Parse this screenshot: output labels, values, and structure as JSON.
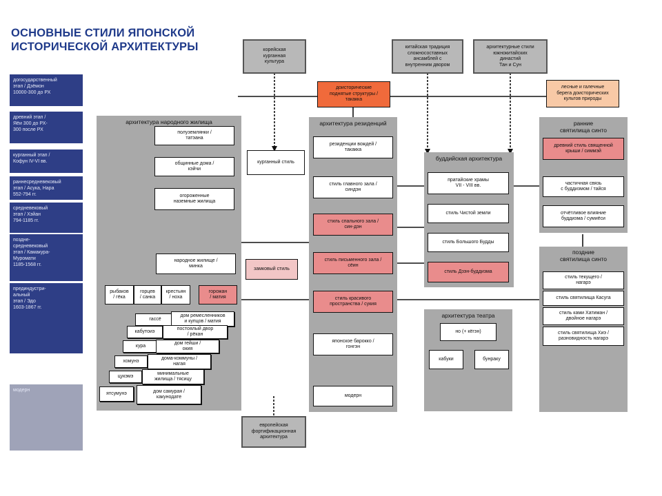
{
  "title": {
    "line1": "ОСНОВНЫЕ СТИЛИ ЯПОНСКОЙ",
    "line2": "ИСТОРИЧЕСКОЙ АРХИТЕКТУРЫ"
  },
  "eras": [
    "догосударственный\nэтап / Дзёмон\n10000-300 до РХ",
    "древний этап /\nЯёи 300 до РХ-\n300 после РХ",
    "курганный этап /\nКофун IV-VI вв.",
    "раннесредневековый\nэтап / Асука, Нара\n552-794 гг.",
    "средневековый\nэтап / Хэйан\n794-1185 гг.",
    "поздне-\nсредневековый\nэтап / Камакура-\nМуромати\n1185-1568 гг.",
    "прединдустри-\nальный\nэтап / Эдо\n1603-1867 гг.",
    "модерн"
  ],
  "sources": {
    "korean": "корейская\nкурганная\nкультура",
    "chinese_tradition": "китайская традиция\nсложносоставных\nансамблей с\nвнутренним двором",
    "south_chinese": "архитектурные стили\nюжнокитайских\nдинастий\nТан и Сун",
    "prehistoric": "доисторические\nподнятые структуры /\nтакакка",
    "sacred": "лесные и галечные\nберега доисторических\nкультов природы",
    "european": "европейская\nфортификационная\nархитектура"
  },
  "folk": {
    "title": "архитектура народного жилища",
    "items": {
      "tateana": "полуземлянки /\nтатэана",
      "communal": "общинные дома /\nкэйчи",
      "fenced": "огороженные\nназемные жилища",
      "minka": "народное жилище /\nминка",
      "fishermen": "рыбаков\n/ гёка",
      "village": "горцев\n/ санка",
      "peasant": "крестьян\n/ ноха",
      "townhouse": "горожан\n/ матия",
      "gassho": "гассё",
      "kabutozukuri": "кабутоиэ",
      "kura": "кура",
      "honmune": "хомунэ",
      "tsukeme": "цукэмэ",
      "atsumune": "ятсумунэ",
      "craftsmen": "дом ремесленников\nи купцов / матия",
      "ryokan": "постоялый двор\n/ рёкан",
      "okiya": "дом гейши /\nокия",
      "nagaya": "дома-коммуны /\nнагая",
      "teashop": "минимальные\nжилища / тясицу",
      "samurai": "дом самурая /\nкакунодате"
    }
  },
  "kofun_style": "курганный стиль",
  "castle_style": "замковый стиль",
  "residence": {
    "title": "архитектура резиденций",
    "items": [
      "резиденции вождей /\nтакакка",
      "стиль главного зала /\nсиндэн",
      "стиль спального зала /\nсин-дэн",
      "стиль письменного зала /\nсёин",
      "стиль красивого\nпространства / сукия",
      "японское барокко /\nгонгэн",
      "модерн"
    ]
  },
  "buddhist": {
    "title": "буддийская архитектура",
    "items": [
      "пратайские храмы\nVII - VIII вв.",
      "стиль Чистой земли",
      "стиль Большого Будды",
      "стиль Дзэн-буддизма"
    ]
  },
  "theatre": {
    "title": "архитектура театра",
    "items": [
      "но (+ кёгэн)",
      "кабуки",
      "бунраку"
    ]
  },
  "early_shrines": {
    "title": "ранние\nсвятилища синто",
    "items": [
      "древний стиль священной\nкрыши / симмэй",
      "частичная связь\nс буддизмом / тайся",
      "отчётливое влияние\nбуддизма / сумиёси"
    ]
  },
  "late_shrines": {
    "title": "поздние\nсвятилища синто",
    "items": [
      "стиль текущего /\nнагарэ",
      "стиль святилища Касуга",
      "стиль ками Хатиман /\nдвойное нагарэ",
      "стиль святилища Хиэ /\nразновидность нагарэ"
    ]
  },
  "colors": {
    "title": "#1f3a8a",
    "era_band": "#2e3e86",
    "panel": "#a9a9a9",
    "pink": "#f2c6c6",
    "red": "#f06a3b"
  }
}
